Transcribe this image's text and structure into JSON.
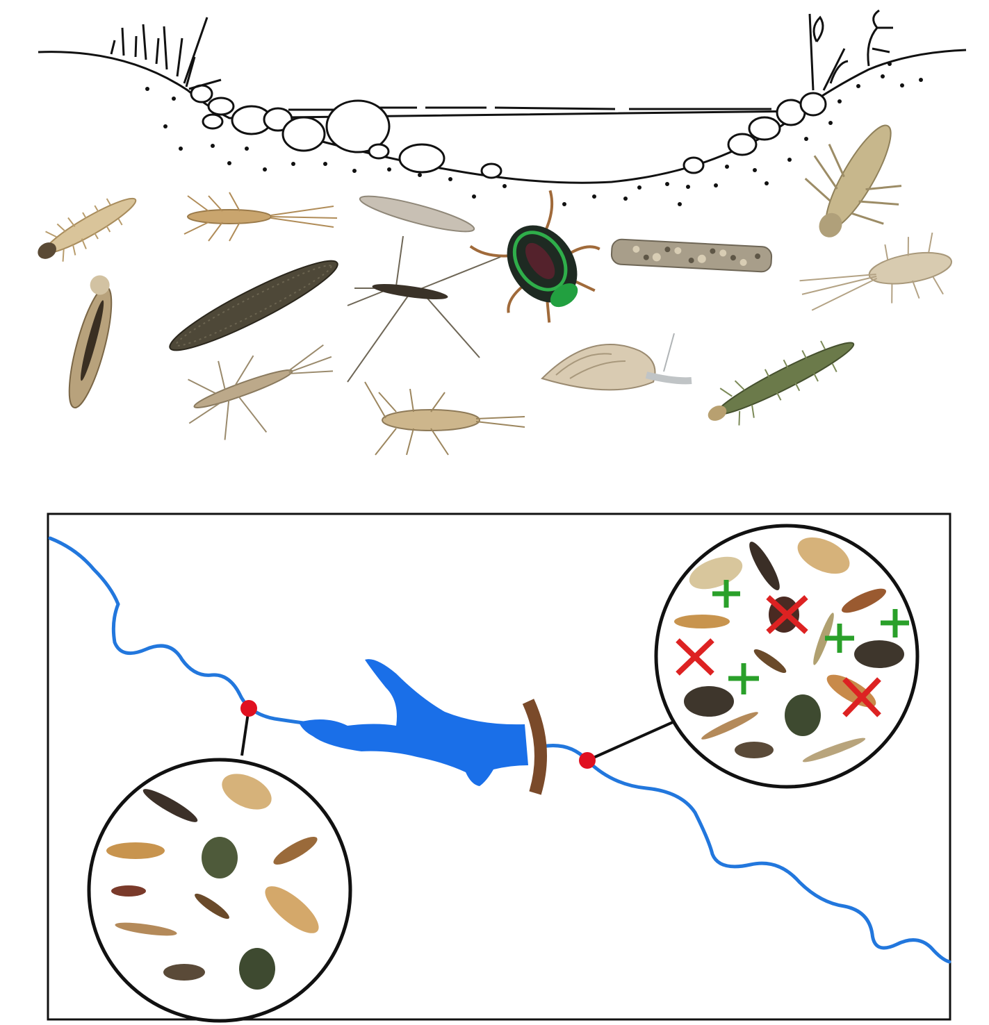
{
  "figure": {
    "top_panel": {
      "description_visible_text": "",
      "organisms": [
        {
          "icon": "hellgrammite-larva-icon"
        },
        {
          "icon": "mayfly-nymph-icon"
        },
        {
          "icon": "fly-larva-icon"
        },
        {
          "icon": "diving-beetle-icon"
        },
        {
          "icon": "caddisfly-case-icon"
        },
        {
          "icon": "dragonfly-nymph-icon"
        },
        {
          "icon": "blackfly-larva-icon"
        },
        {
          "icon": "leech-icon"
        },
        {
          "icon": "water-strider-icon"
        },
        {
          "icon": "crayfish-shrimp-icon"
        },
        {
          "icon": "damselfly-nymph-icon"
        },
        {
          "icon": "stonefly-nymph-icon"
        },
        {
          "icon": "pond-snail-icon"
        },
        {
          "icon": "alderfly-larva-icon"
        }
      ]
    },
    "bottom_panel": {
      "upstream_inset": {
        "marker": "sampling-site-upstream"
      },
      "downstream_inset": {
        "marker": "sampling-site-downstream",
        "symbols": [
          {
            "type": "plus",
            "color": "#2aa02a"
          },
          {
            "type": "plus",
            "color": "#2aa02a"
          },
          {
            "type": "plus",
            "color": "#2aa02a"
          },
          {
            "type": "plus",
            "color": "#2aa02a"
          },
          {
            "type": "cross",
            "color": "#dd2222"
          },
          {
            "type": "cross",
            "color": "#dd2222"
          },
          {
            "type": "cross",
            "color": "#dd2222"
          }
        ]
      },
      "colors": {
        "river": "#2277dd",
        "reservoir": "#1a6fe8",
        "dam": "#7a4a2a",
        "site_marker": "#e01020"
      }
    }
  }
}
